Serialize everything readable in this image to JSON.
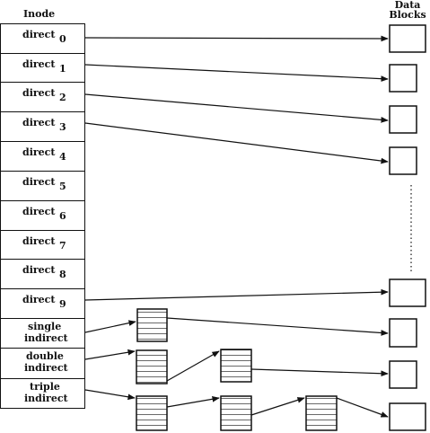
{
  "inode_title": "Inode",
  "data_blocks_title": [
    "Data",
    "Blocks"
  ],
  "direct_slots": [
    {
      "word": "direct",
      "index": "0"
    },
    {
      "word": "direct",
      "index": "1"
    },
    {
      "word": "direct",
      "index": "2"
    },
    {
      "word": "direct",
      "index": "3"
    },
    {
      "word": "direct",
      "index": "4"
    },
    {
      "word": "direct",
      "index": "5"
    },
    {
      "word": "direct",
      "index": "6"
    },
    {
      "word": "direct",
      "index": "7"
    },
    {
      "word": "direct",
      "index": "8"
    },
    {
      "word": "direct",
      "index": "9"
    }
  ],
  "indirect_slots": [
    {
      "line1": "single",
      "line2": "indirect"
    },
    {
      "line1": "double",
      "line2": "indirect"
    },
    {
      "line1": "triple",
      "line2": "indirect"
    }
  ]
}
